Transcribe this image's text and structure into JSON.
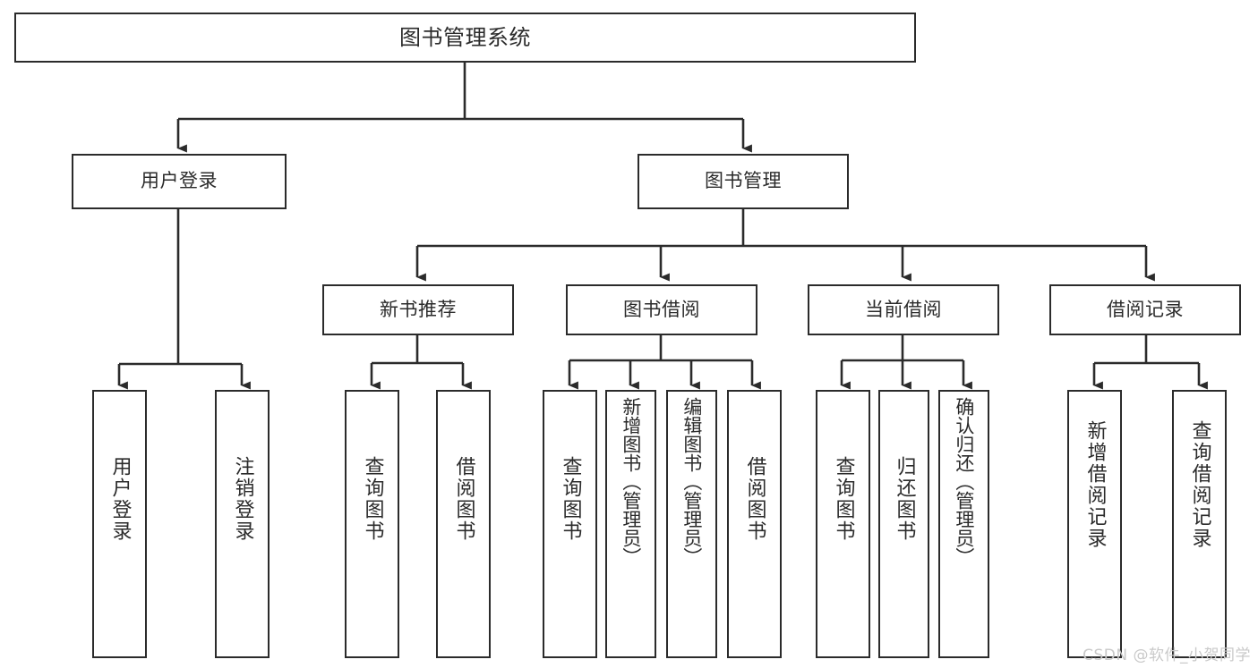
{
  "diagram": {
    "type": "tree",
    "title": "图书管理系统",
    "orientation": "top-down",
    "root": {
      "id": "root",
      "label": "图书管理系统"
    },
    "level2": [
      {
        "id": "user-login",
        "label": "用户登录"
      },
      {
        "id": "book-manage",
        "label": "图书管理"
      }
    ],
    "level3": [
      {
        "id": "new-book-recommend",
        "label": "新书推荐"
      },
      {
        "id": "book-borrow",
        "label": "图书借阅"
      },
      {
        "id": "current-borrow",
        "label": "当前借阅"
      },
      {
        "id": "borrow-record",
        "label": "借阅记录"
      }
    ],
    "leaves": [
      {
        "id": "leaf-user-login",
        "label": "用户登录",
        "parent": "user-login"
      },
      {
        "id": "leaf-logout-login",
        "label": "注销登录",
        "parent": "user-login"
      },
      {
        "id": "leaf-query-book-1",
        "label": "查询图书",
        "parent": "new-book-recommend"
      },
      {
        "id": "leaf-borrow-book-1",
        "label": "借阅图书",
        "parent": "new-book-recommend"
      },
      {
        "id": "leaf-query-book-2",
        "label": "查询图书",
        "parent": "book-borrow"
      },
      {
        "id": "leaf-add-book",
        "label": "新增图书（管理员）",
        "parent": "book-borrow"
      },
      {
        "id": "leaf-edit-book",
        "label": "编辑图书（管理员）",
        "parent": "book-borrow"
      },
      {
        "id": "leaf-borrow-book-2",
        "label": "借阅图书",
        "parent": "book-borrow"
      },
      {
        "id": "leaf-query-book-3",
        "label": "查询图书",
        "parent": "current-borrow"
      },
      {
        "id": "leaf-return-book",
        "label": "归还图书",
        "parent": "current-borrow"
      },
      {
        "id": "leaf-confirm-return",
        "label": "确认归还（管理员）",
        "parent": "current-borrow"
      },
      {
        "id": "leaf-add-record",
        "label": "新增借阅记录",
        "parent": "borrow-record"
      },
      {
        "id": "leaf-query-record",
        "label": "查询借阅记录",
        "parent": "borrow-record"
      }
    ],
    "watermark": "CSDN @软件_小贺同学",
    "colors": {
      "stroke": "#2b2b2b",
      "fill": "#ffffff",
      "text": "#2b2b2b",
      "watermark": "#c9c9c9"
    }
  }
}
